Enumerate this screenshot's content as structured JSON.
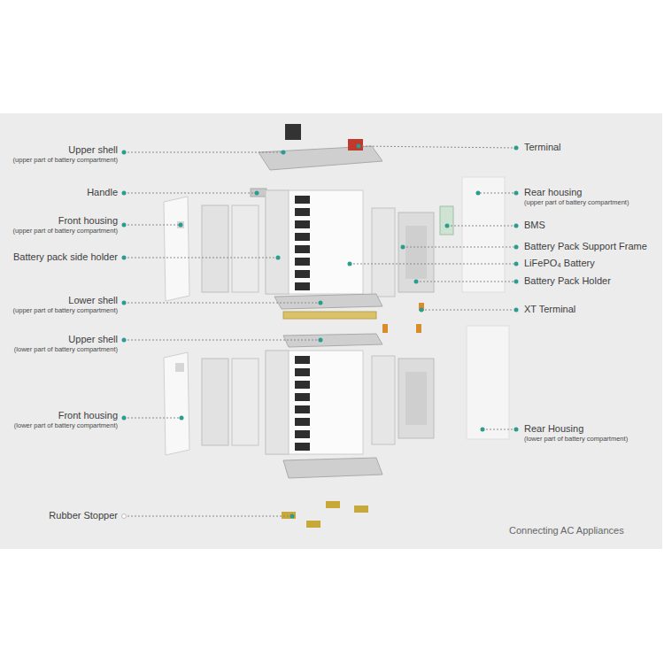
{
  "diagram": {
    "labels": [
      "Upper shell",
      "(upper part of battery compartment)",
      "Handle",
      "Front housing",
      "(upper part of battery compartment)",
      "Battery pack side holder",
      "Lower shell",
      "(upper part of battery compartment)",
      "Upper shell",
      "(lower part of battery compartment)",
      "Front housing",
      "(lower part of battery compartment)",
      "Rubber Stopper",
      "Terminal",
      "Rear housing",
      "(upper part of battery compartment)",
      "BMS",
      "Battery Pack Support Frame",
      "LiFePO₄ Battery",
      "Battery Pack Holder",
      "XT Terminal",
      "Rear Housing",
      "(lower part of battery compartment)",
      "Connecting AC Appliances"
    ]
  }
}
